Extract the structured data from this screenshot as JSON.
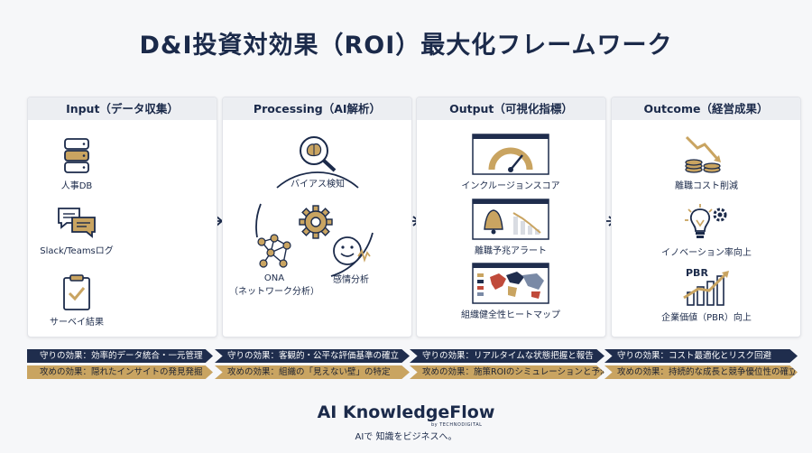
{
  "title": "D&I投資対効果（ROI）最大化フレームワーク",
  "stages": [
    {
      "heading": "Input（データ収集）",
      "items": [
        "人事DB",
        "Slack/Teamsログ",
        "サーベイ結果"
      ]
    },
    {
      "heading": "Processing（AI解析）",
      "items": [
        "バイアス検知",
        "ONA",
        "（ネットワーク分析）",
        "感情分析"
      ]
    },
    {
      "heading": "Output（可視化指標）",
      "items": [
        "インクルージョンスコア",
        "離職予兆アラート",
        "組織健全性ヒートマップ"
      ]
    },
    {
      "heading": "Outcome（経営成果）",
      "items": [
        "離職コスト削減",
        "イノベーション率向上",
        "企業価値（PBR）向上"
      ]
    }
  ],
  "icon_texts": {
    "pbr": "PBR"
  },
  "defense": [
    "守りの効果：効率的データ統合・一元管理",
    "守りの効果：客観的・公平な評価基準の確立",
    "守りの効果：リアルタイムな状態把握と報告",
    "守りの効果：コスト最適化とリスク回避"
  ],
  "offense": [
    "攻めの効果：隠れたインサイトの発見発掘",
    "攻めの効果：組織の「見えない壁」の特定",
    "攻めの効果：施策ROIのシミュレーションと予測",
    "攻めの効果：持続的な成長と競争優位性の確立"
  ],
  "brand": {
    "name": "AI KnowledgeFlow",
    "by": "by TECHNODIGITAL",
    "tagline": "AIで 知識をビジネスへ。"
  },
  "colors": {
    "navy": "#1f2d4d",
    "gold": "#c9a461",
    "panel": "#ffffff",
    "header": "#eceef2"
  }
}
